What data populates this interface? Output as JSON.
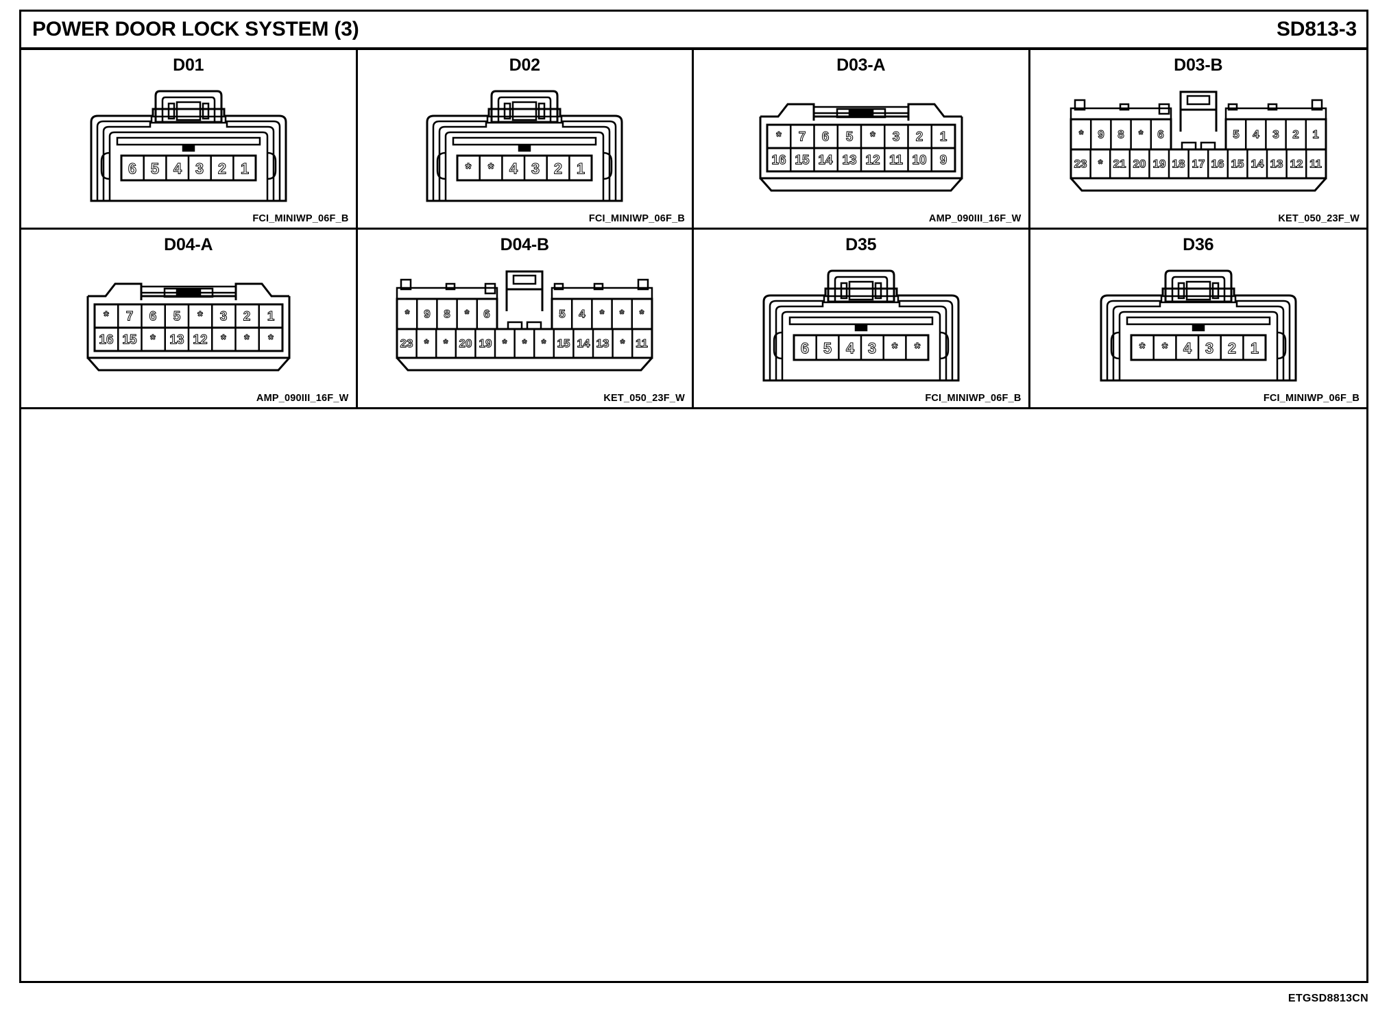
{
  "header": {
    "title": "POWER DOOR LOCK SYSTEM (3)",
    "sheet_code": "SD813-3"
  },
  "footer": {
    "drawing_code": "ETGSD8813CN"
  },
  "colors": {
    "ink": "#000000",
    "paper": "#ffffff"
  },
  "connectors": [
    {
      "id": "D01",
      "label": "D01",
      "part_number": "FCI_MINIWP_06F_B",
      "body_style": "miniwp-6",
      "rows": [
        {
          "pins": [
            "6",
            "5",
            "4",
            "3",
            "2",
            "1"
          ]
        }
      ]
    },
    {
      "id": "D02",
      "label": "D02",
      "part_number": "FCI_MINIWP_06F_B",
      "body_style": "miniwp-6",
      "rows": [
        {
          "pins": [
            "*",
            "*",
            "4",
            "3",
            "2",
            "1"
          ]
        }
      ]
    },
    {
      "id": "D03-A",
      "label": "D03-A",
      "part_number": "AMP_090III_16F_W",
      "body_style": "amp-16",
      "rows": [
        {
          "pins": [
            "*",
            "7",
            "6",
            "5",
            "*",
            "3",
            "2",
            "1"
          ]
        },
        {
          "pins": [
            "16",
            "15",
            "14",
            "13",
            "12",
            "11",
            "10",
            "9"
          ]
        }
      ]
    },
    {
      "id": "D03-B",
      "label": "D03-B",
      "part_number": "KET_050_23F_W",
      "body_style": "ket-23",
      "rows": [
        {
          "left": [
            "*",
            "9",
            "8",
            "*",
            "6"
          ],
          "right": [
            "5",
            "4",
            "3",
            "2",
            "1"
          ]
        },
        {
          "pins": [
            "23",
            "*",
            "21",
            "20",
            "19",
            "18",
            "17",
            "16",
            "15",
            "14",
            "13",
            "12",
            "11"
          ]
        }
      ]
    },
    {
      "id": "D04-A",
      "label": "D04-A",
      "part_number": "AMP_090III_16F_W",
      "body_style": "amp-16",
      "rows": [
        {
          "pins": [
            "*",
            "7",
            "6",
            "5",
            "*",
            "3",
            "2",
            "1"
          ]
        },
        {
          "pins": [
            "16",
            "15",
            "*",
            "13",
            "12",
            "*",
            "*",
            "*"
          ]
        }
      ]
    },
    {
      "id": "D04-B",
      "label": "D04-B",
      "part_number": "KET_050_23F_W",
      "body_style": "ket-23",
      "rows": [
        {
          "left": [
            "*",
            "9",
            "8",
            "*",
            "6"
          ],
          "right": [
            "5",
            "4",
            "*",
            "*",
            "*"
          ]
        },
        {
          "pins": [
            "23",
            "*",
            "*",
            "20",
            "19",
            "*",
            "*",
            "*",
            "15",
            "14",
            "13",
            "*",
            "11"
          ]
        }
      ]
    },
    {
      "id": "D35",
      "label": "D35",
      "part_number": "FCI_MINIWP_06F_B",
      "body_style": "miniwp-6",
      "rows": [
        {
          "pins": [
            "6",
            "5",
            "4",
            "3",
            "*",
            "*"
          ]
        }
      ]
    },
    {
      "id": "D36",
      "label": "D36",
      "part_number": "FCI_MINIWP_06F_B",
      "body_style": "miniwp-6",
      "rows": [
        {
          "pins": [
            "*",
            "*",
            "4",
            "3",
            "2",
            "1"
          ]
        }
      ]
    }
  ]
}
